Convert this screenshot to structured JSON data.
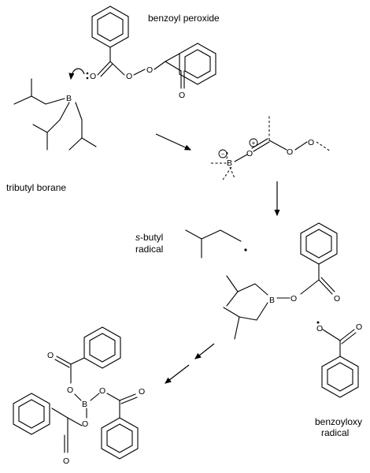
{
  "labels": {
    "benzoyl_peroxide": "benzoyl peroxide",
    "tributyl_borane": "tributyl borane",
    "s_butyl_radical_line1_italic": "s",
    "s_butyl_radical_line1_rest": "-butyl",
    "s_butyl_radical_line2": "radical",
    "benzoyloxy_radical_line1": "benzoyloxy",
    "benzoyloxy_radical_line2": "radical"
  },
  "atoms": {
    "oxygen": "O",
    "boron": "B",
    "minus": "−",
    "plus": "+"
  }
}
